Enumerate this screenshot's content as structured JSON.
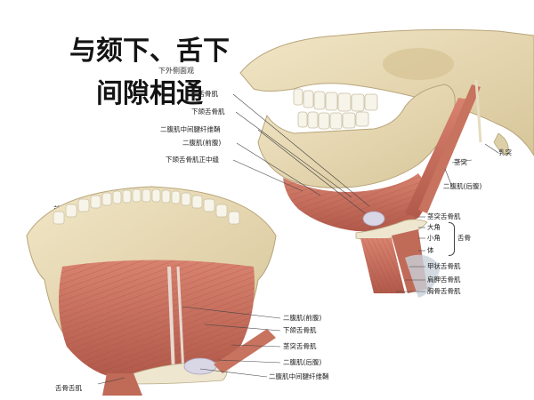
{
  "title": {
    "line1": "与颏下、舌下",
    "line2": "间隙相通"
  },
  "views": {
    "lateral": "下外侧面观",
    "anterior": "前下面观"
  },
  "lateral_labels": {
    "l1": "颏舌骨肌",
    "l2": "下颌舌骨肌",
    "l3": "二腹肌中间腱纤维鞘",
    "l4": "二腹肌(前腹)",
    "l5": "下颌舌骨肌正中缝",
    "r1": "乳突",
    "r2": "茎突",
    "r3": "二腹肌(后腹)",
    "r4": "茎突舌骨肌",
    "r5": "大角",
    "r6": "小角",
    "r7": "体",
    "r8": "舌骨",
    "r9": "甲状舌骨肌",
    "r10": "肩胛舌骨肌",
    "r11": "胸骨舌骨肌"
  },
  "anterior_labels": {
    "a1": "二腹肌(前腹)",
    "a2": "下颌舌骨肌",
    "a3": "茎突舌骨肌",
    "a4": "二腹肌(后腹)",
    "a5": "二腹肌中间腱纤维鞘",
    "a6": "舌骨舌肌"
  },
  "colors": {
    "bone": "#e8dcb8",
    "muscle": "#c46a58",
    "tendon": "#d9d7e6"
  }
}
